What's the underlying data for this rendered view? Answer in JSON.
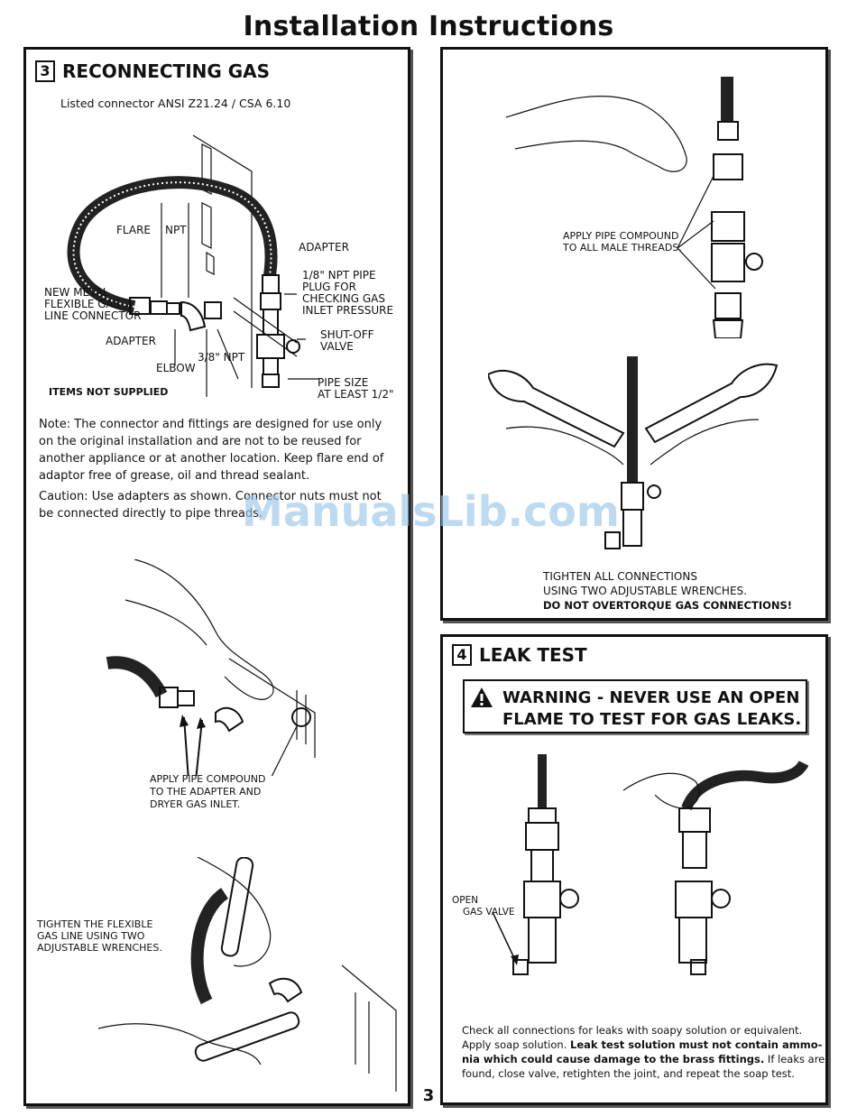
{
  "page_title": "Installation Instructions",
  "page_number": "3",
  "watermark": "ManualsLib.com",
  "reconnecting": {
    "number": "3",
    "heading": "RECONNECTING GAS",
    "connector_spec": "Listed connector ANSI Z21.24 / CSA 6.10",
    "labels": {
      "flare": "FLARE",
      "npt": "NPT",
      "adapter_top": "ADAPTER",
      "plug_1": "1/8\" NPT PIPE",
      "plug_2": "PLUG FOR",
      "plug_3": "CHECKING GAS",
      "plug_4": "INLET PRESSURE",
      "new_metal_1": "NEW METAL",
      "new_metal_2": "FLEXIBLE GAS",
      "new_metal_3": "LINE CONNECTOR",
      "adapter_left": "ADAPTER",
      "shutoff_1": "SHUT-OFF",
      "shutoff_2": "VALVE",
      "npt38": "3/8\" NPT",
      "elbow": "ELBOW",
      "pipe_size_1": "PIPE SIZE",
      "pipe_size_2": "AT LEAST 1/2\"",
      "items_not_supplied": "ITEMS NOT SUPPLIED"
    },
    "note_lines": [
      "Note: The connector and fittings are designed for use only",
      "on the original installation and are not to be reused for",
      "another appliance or at another location. Keep flare end of",
      "adaptor free of grease, oil and thread sealant."
    ],
    "caution_lines": [
      "Caution: Use adapters as shown. Connector nuts must not",
      "be connected directly to pipe threads."
    ],
    "apply_compound_lines": [
      "APPLY PIPE COMPOUND",
      "TO THE ADAPTER AND",
      "DRYER GAS INLET."
    ],
    "tighten_flex_lines": [
      "TIGHTEN THE FLEXIBLE",
      "GAS LINE USING TWO",
      "ADJUSTABLE WRENCHES."
    ]
  },
  "right_top": {
    "apply_male_lines": [
      "APPLY PIPE COMPOUND",
      "TO ALL MALE THREADS."
    ],
    "tighten_all_1": "TIGHTEN ALL CONNECTIONS",
    "tighten_all_2": "USING TWO ADJUSTABLE WRENCHES.",
    "overtorque": "DO NOT OVERTORQUE GAS CONNECTIONS!"
  },
  "leak_test": {
    "number": "4",
    "heading": "LEAK TEST",
    "warning_1": "WARNING - NEVER USE AN OPEN",
    "warning_2": "FLAME TO TEST FOR GAS LEAKS.",
    "open_valve_1": "OPEN",
    "open_valve_2": "GAS VALVE",
    "para": {
      "l1": "Check all connections for leaks with soapy solution or equivalent.",
      "l2_a": "Apply soap solution. ",
      "l2_b": "Leak test solution must not contain ammo-",
      "l3_a": "nia which could cause damage to the brass fittings.",
      "l3_b": " If leaks are",
      "l4": "found, close valve, retighten the joint, and repeat the soap test."
    }
  }
}
